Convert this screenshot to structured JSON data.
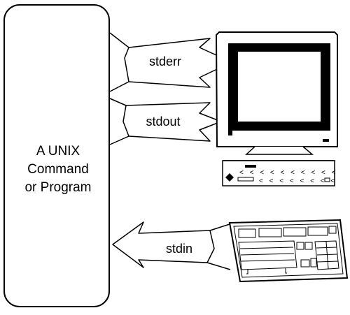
{
  "program_box": {
    "line1": "A UNIX",
    "line2": "Command",
    "line3": "or Program"
  },
  "arrows": {
    "stderr": "stderr",
    "stdout": "stdout",
    "stdin": "stdin"
  },
  "icons": {
    "monitor": "monitor-icon",
    "keyboard": "keyboard-icon"
  },
  "colors": {
    "ink": "#000000",
    "paper": "#ffffff"
  }
}
